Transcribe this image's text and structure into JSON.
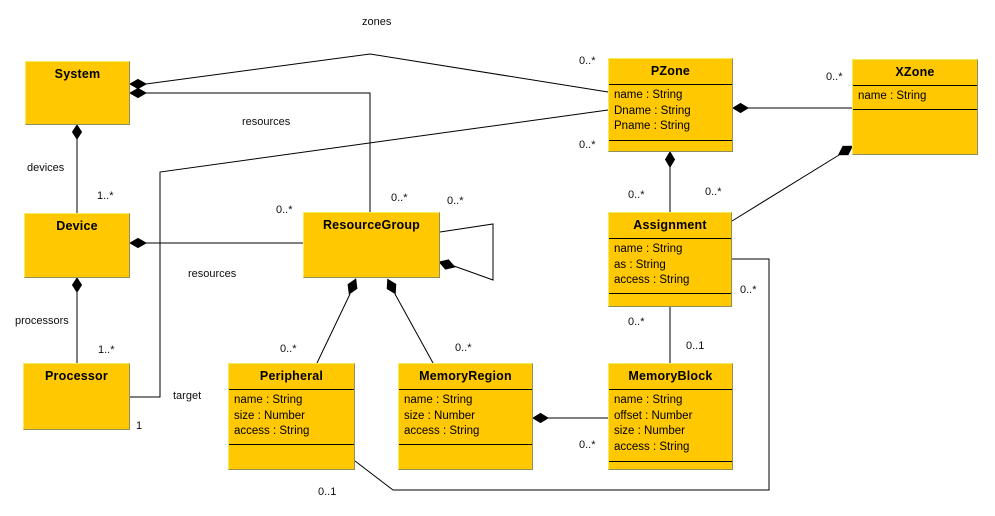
{
  "classes": {
    "system": {
      "name": "System",
      "attributes": []
    },
    "device": {
      "name": "Device",
      "attributes": []
    },
    "processor": {
      "name": "Processor",
      "attributes": []
    },
    "resource_group": {
      "name": "ResourceGroup",
      "attributes": []
    },
    "peripheral": {
      "name": "Peripheral",
      "attributes": [
        "name : String",
        "size : Number",
        "access : String"
      ]
    },
    "memory_region": {
      "name": "MemoryRegion",
      "attributes": [
        "name : String",
        "size : Number",
        "access : String"
      ]
    },
    "memory_block": {
      "name": "MemoryBlock",
      "attributes": [
        "name : String",
        "offset : Number",
        "size : Number",
        "access : String"
      ]
    },
    "assignment": {
      "name": "Assignment",
      "attributes": [
        "name : String",
        "as : String",
        "access : String"
      ]
    },
    "pzone": {
      "name": "PZone",
      "attributes": [
        "name : String",
        "Dname : String",
        "Pname : String"
      ]
    },
    "xzone": {
      "name": "XZone",
      "attributes": [
        "name : String"
      ]
    }
  },
  "edge_labels": {
    "zones_role": "zones",
    "system_rg_role": "resources",
    "devices_role": "devices",
    "devices_mult": "1..*",
    "device_rg_role": "resources",
    "device_rg_mult": "0..*",
    "processors_role": "processors",
    "processors_mult": "1..*",
    "target_role": "target",
    "target_processor_mult": "1",
    "system_rg_mult": "0..*",
    "rg_self_mult": "0..*",
    "rg_peripheral_mult": "0..*",
    "rg_memregion_mult": "0..*",
    "pzone_zones_mult": "0..*",
    "pzone_target_mult": "0..*",
    "xzone_pzone_mult": "0..*",
    "assignment_pzone_mult": "0..*",
    "assignment_xzone_mult": "0..*",
    "assignment_peripheral_mult": "0..*",
    "assignment_memblock_mult": "0..*",
    "memblock_assignment_mult": "0..1",
    "memblock_memregion_mult": "0..*",
    "peripheral_assignment_mult": "0..1"
  },
  "colors": {
    "class_fill": "#FFC800",
    "class_border_light": "#F0EE60",
    "class_border_dark": "#8F8F5A",
    "compartment_line": "#000000",
    "edge_line": "#000000",
    "background": "#FFFFFF"
  }
}
